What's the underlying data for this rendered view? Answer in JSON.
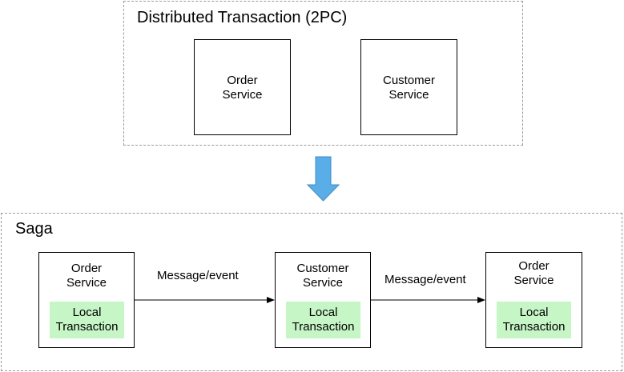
{
  "top_group": {
    "title": "Distributed Transaction (2PC)",
    "services": [
      {
        "name": "Order\nService"
      },
      {
        "name": "Customer\nService"
      }
    ]
  },
  "transition_arrow": {
    "icon": "down-arrow-icon",
    "color": "#5aaee8"
  },
  "saga_group": {
    "title": "Saga",
    "services": [
      {
        "name": "Order\nService",
        "local_tx": "Local\nTransaction"
      },
      {
        "name": "Customer\nService",
        "local_tx": "Local\nTransaction"
      },
      {
        "name": "Order\nService",
        "local_tx": "Local\nTransaction"
      }
    ],
    "edges": [
      {
        "label": "Message/event"
      },
      {
        "label": "Message/event"
      }
    ]
  },
  "colors": {
    "local_tx_fill": "#c6f5c6",
    "arrow_fill": "#5aaee8"
  }
}
